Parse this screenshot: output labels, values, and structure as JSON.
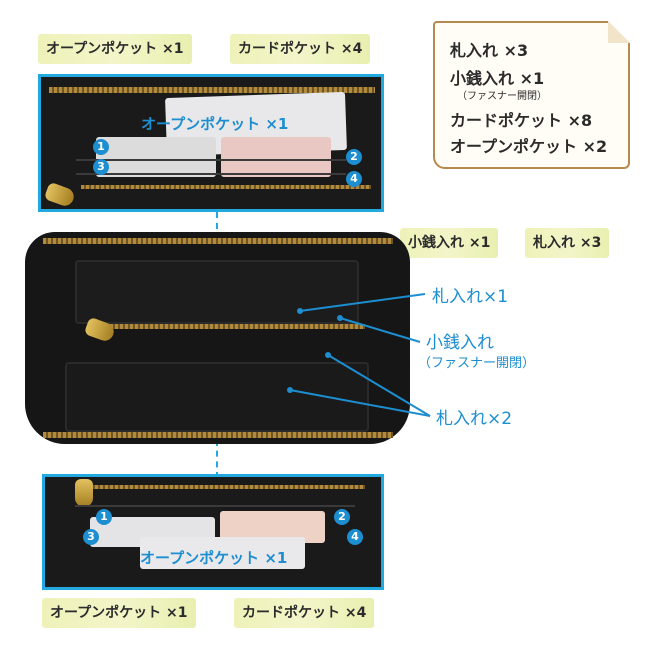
{
  "top_tags": {
    "open_pocket": "オープンポケット ×1",
    "card_pocket": "カードポケット ×4"
  },
  "bottom_tags": {
    "open_pocket": "オープンポケット ×1",
    "card_pocket": "カードポケット ×4"
  },
  "note": {
    "line1": "札入れ ×3",
    "line2": "小銭入れ ×1",
    "line2_sub": "（ファスナー開閉）",
    "line3": "カードポケット ×8",
    "line4": "オープンポケット ×2"
  },
  "middle_tags": {
    "coin": "小銭入れ ×1",
    "bill": "札入れ ×3"
  },
  "top_frame": {
    "label": "オープンポケット ×1",
    "nums": [
      "1",
      "2",
      "3",
      "4"
    ]
  },
  "bottom_frame": {
    "label": "オープンポケット ×1",
    "nums": [
      "1",
      "2",
      "3",
      "4"
    ]
  },
  "callouts": {
    "bill1": "札入れ×1",
    "coin": "小銭入れ",
    "coin_sub": "（ファスナー開閉）",
    "bill2": "札入れ×2"
  },
  "colors": {
    "accent_blue": "#22a9e0",
    "tag_green": "#eef2b8",
    "note_border": "#b58a4e"
  }
}
